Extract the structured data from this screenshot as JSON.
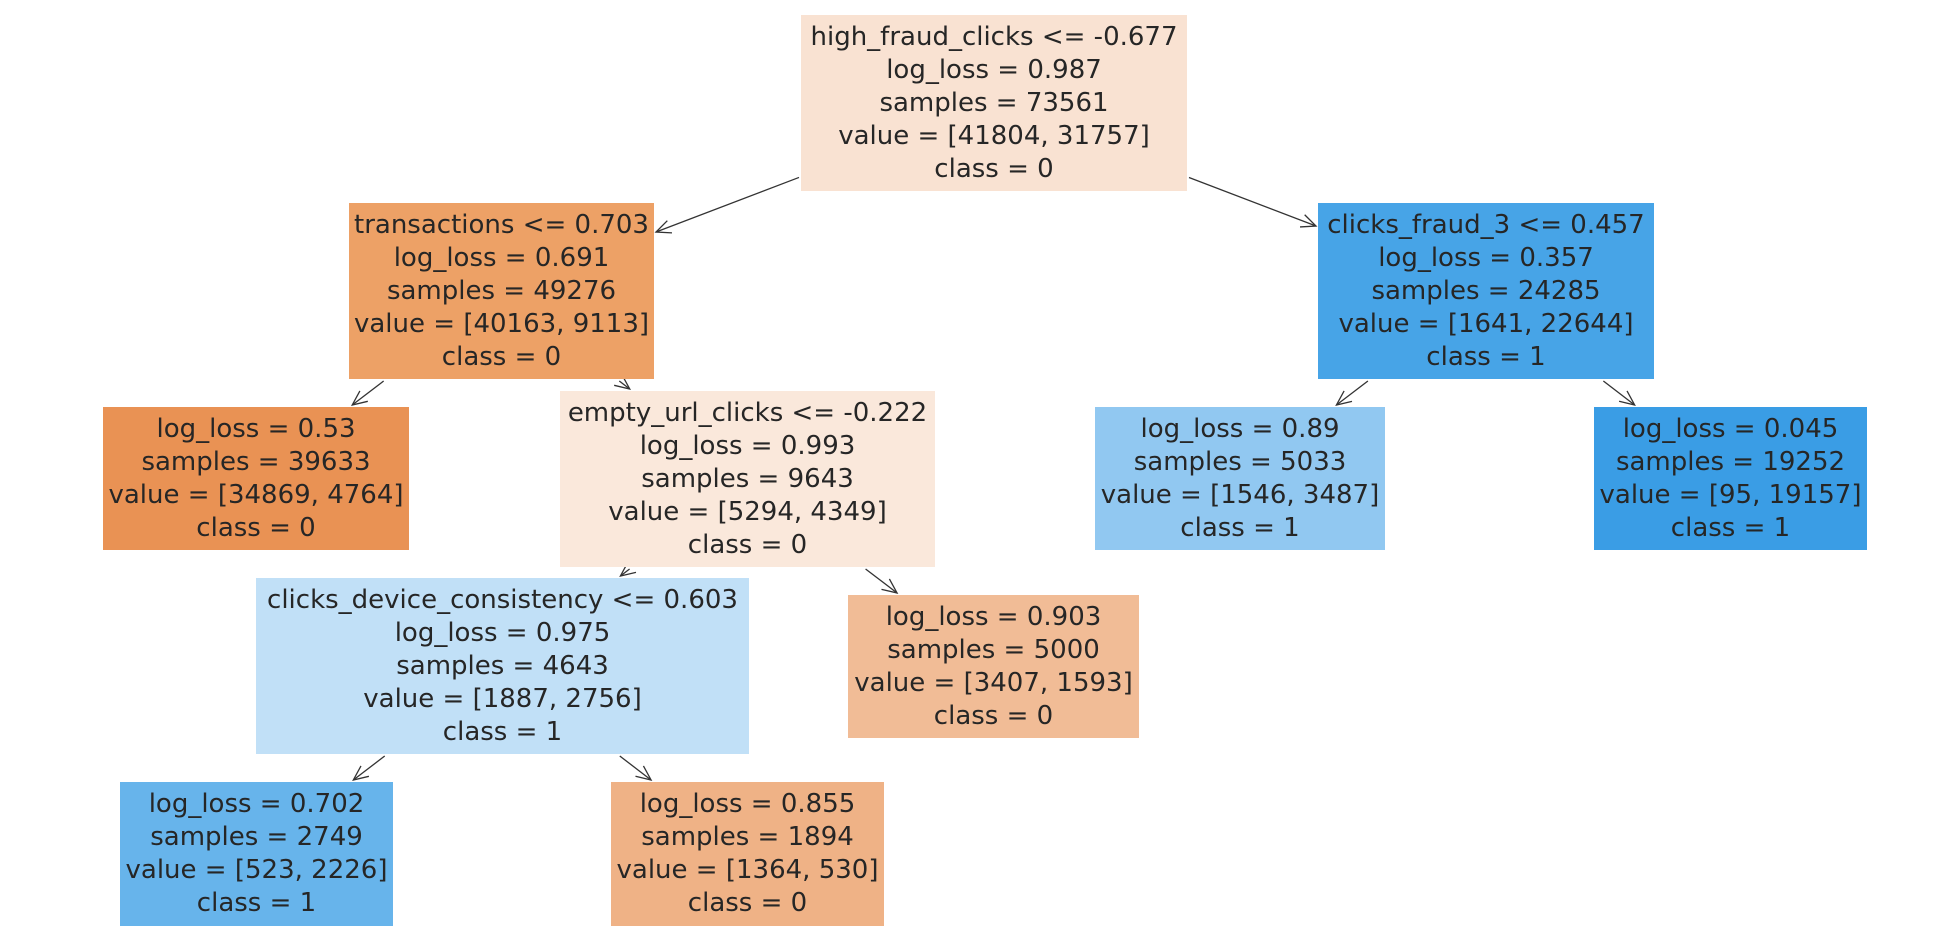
{
  "colors": {
    "class0_accent": "#e58139",
    "class1_accent": "#399de5",
    "edge": "#333333",
    "text": "#262626"
  },
  "tree": {
    "nodes": [
      {
        "id": "n0",
        "condition": "high_fraud_clicks <= -0.677",
        "log_loss": "log_loss = 0.987",
        "samples": "samples = 73561",
        "value": "value = [41804, 31757]",
        "class_label": "class = 0",
        "fill": "#f9e2d2"
      },
      {
        "id": "n1",
        "condition": "transactions <= 0.703",
        "log_loss": "log_loss = 0.691",
        "samples": "samples = 49276",
        "value": "value = [40163, 9113]",
        "class_label": "class = 0",
        "fill": "#eda166"
      },
      {
        "id": "n2",
        "condition": "",
        "log_loss": "log_loss = 0.53",
        "samples": "samples = 39633",
        "value": "value = [34869, 4764]",
        "class_label": "class = 0",
        "fill": "#e99254"
      },
      {
        "id": "n3",
        "condition": "empty_url_clicks <= -0.222",
        "log_loss": "log_loss = 0.993",
        "samples": "samples = 9643",
        "value": "value = [5294, 4349]",
        "class_label": "class = 0",
        "fill": "#fae8db"
      },
      {
        "id": "n4",
        "condition": "clicks_device_consistency <= 0.603",
        "log_loss": "log_loss = 0.975",
        "samples": "samples = 4643",
        "value": "value = [1887, 2756]",
        "class_label": "class = 1",
        "fill": "#c1e0f7"
      },
      {
        "id": "n5",
        "condition": "",
        "log_loss": "log_loss = 0.702",
        "samples": "samples = 2749",
        "value": "value = [523, 2226]",
        "class_label": "class = 1",
        "fill": "#67b4eb"
      },
      {
        "id": "n6",
        "condition": "",
        "log_loss": "log_loss = 0.855",
        "samples": "samples = 1894",
        "value": "value = [1364, 530]",
        "class_label": "class = 0",
        "fill": "#efb286"
      },
      {
        "id": "n7",
        "condition": "",
        "log_loss": "log_loss = 0.903",
        "samples": "samples = 5000",
        "value": "value = [3407, 1593]",
        "class_label": "class = 0",
        "fill": "#f1bc96"
      },
      {
        "id": "n8",
        "condition": "clicks_fraud_3 <= 0.457",
        "log_loss": "log_loss = 0.357",
        "samples": "samples = 24285",
        "value": "value = [1641, 22644]",
        "class_label": "class = 1",
        "fill": "#47a4e7"
      },
      {
        "id": "n9",
        "condition": "",
        "log_loss": "log_loss = 0.89",
        "samples": "samples = 5033",
        "value": "value = [1546, 3487]",
        "class_label": "class = 1",
        "fill": "#91c8f1"
      },
      {
        "id": "n10",
        "condition": "",
        "log_loss": "log_loss = 0.045",
        "samples": "samples = 19252",
        "value": "value = [95, 19157]",
        "class_label": "class = 1",
        "fill": "#3a9de5"
      }
    ],
    "edges": [
      {
        "from": "n0",
        "to": "n1"
      },
      {
        "from": "n0",
        "to": "n8"
      },
      {
        "from": "n1",
        "to": "n2"
      },
      {
        "from": "n1",
        "to": "n3"
      },
      {
        "from": "n3",
        "to": "n4"
      },
      {
        "from": "n3",
        "to": "n7"
      },
      {
        "from": "n4",
        "to": "n5"
      },
      {
        "from": "n4",
        "to": "n6"
      },
      {
        "from": "n8",
        "to": "n9"
      },
      {
        "from": "n8",
        "to": "n10"
      }
    ]
  }
}
